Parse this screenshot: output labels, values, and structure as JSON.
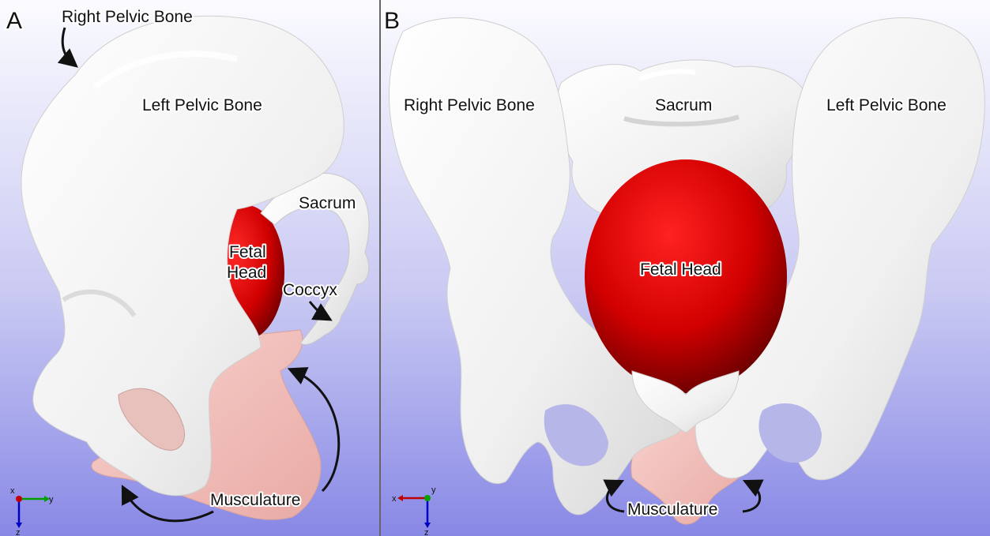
{
  "panels": [
    {
      "letter": "A",
      "labels": {
        "right_pelvic_bone": "Right Pelvic Bone",
        "left_pelvic_bone": "Left Pelvic Bone",
        "sacrum": "Sacrum",
        "fetal_head_line1": "Fetal",
        "fetal_head_line2": "Head",
        "coccyx": "Coccyx",
        "musculature": "Musculature"
      },
      "axes": {
        "a": "x",
        "b": "y",
        "c": "z"
      }
    },
    {
      "letter": "B",
      "labels": {
        "right_pelvic_bone": "Right Pelvic Bone",
        "sacrum": "Sacrum",
        "left_pelvic_bone": "Left Pelvic Bone",
        "fetal_head": "Fetal Head",
        "musculature": "Musculature"
      },
      "axes": {
        "a": "x",
        "b": "y",
        "c": "z"
      }
    }
  ],
  "colors": {
    "bone": "#f2f2f2",
    "fetal_head": "#d40000",
    "musculature": "#f3c4c0",
    "background_top": "#ffffff",
    "background_bottom": "#8c8ce8",
    "axis_x": "#c00000",
    "axis_y": "#00a000",
    "axis_z": "#0000c0"
  }
}
